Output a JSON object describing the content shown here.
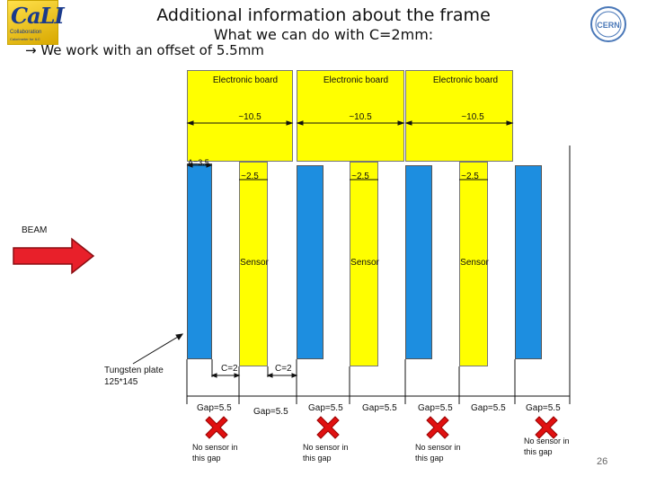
{
  "header": {
    "title": "Additional information about the frame",
    "subtitle": "What we can do with C=2mm:",
    "offset_note": "→ We work with an offset of 5.5mm"
  },
  "logo_left": {
    "text": "CaLI",
    "line1": "Collaboration",
    "line2": "Calorimeter for ILC"
  },
  "logo_right": {
    "text": "CERN"
  },
  "boards": [
    {
      "label": "Electronic board",
      "dim": "~10.5",
      "inner": "~2.5",
      "sensor": "Sensor"
    },
    {
      "label": "Electronic board",
      "dim": "~10.5",
      "inner": "~2.5",
      "sensor": "Sensor"
    },
    {
      "label": "Electronic board",
      "dim": "~10.5",
      "inner": "~2.5",
      "sensor": "Sensor"
    }
  ],
  "a_label": "A=3.5",
  "beam_label": "BEAM",
  "tungsten_label": [
    "Tungsten plate",
    "125*145"
  ],
  "c_labels": [
    "C=2",
    "C=2"
  ],
  "gaps": [
    "Gap=5.5",
    "Gap=5.5",
    "Gap=5.5",
    "Gap=5.5",
    "Gap=5.5",
    "Gap=5.5",
    "Gap=5.5"
  ],
  "no_sensor": [
    [
      "No sensor in",
      "this gap"
    ],
    [
      "No sensor in",
      "this gap"
    ],
    [
      "No sensor in",
      "this gap"
    ],
    [
      "No sensor in",
      "this gap"
    ]
  ],
  "page_number": "26",
  "colors": {
    "sensor": "#ffff00",
    "tungsten": "#1d8ee0",
    "beam_arrow": "#e8202a",
    "cross": "#e01010"
  }
}
